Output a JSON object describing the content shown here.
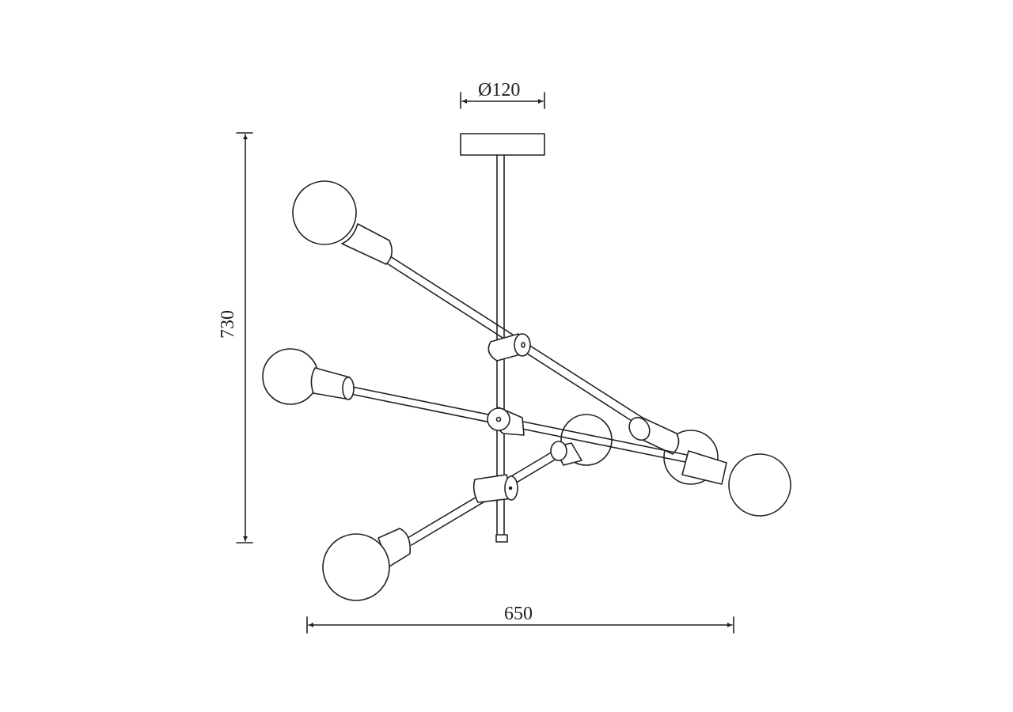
{
  "diagram": {
    "subject": "6-arm pendant ceiling light technical drawing",
    "units": "mm",
    "line_color": "#222222",
    "background": "#ffffff",
    "dimensions": {
      "canopy_diameter": "Ø120",
      "overall_height": "730",
      "overall_width": "650"
    },
    "components": {
      "canopy": "ceiling canopy",
      "rod": "central vertical rod",
      "arms": 3,
      "bulbs": 6,
      "joints": 3
    }
  }
}
